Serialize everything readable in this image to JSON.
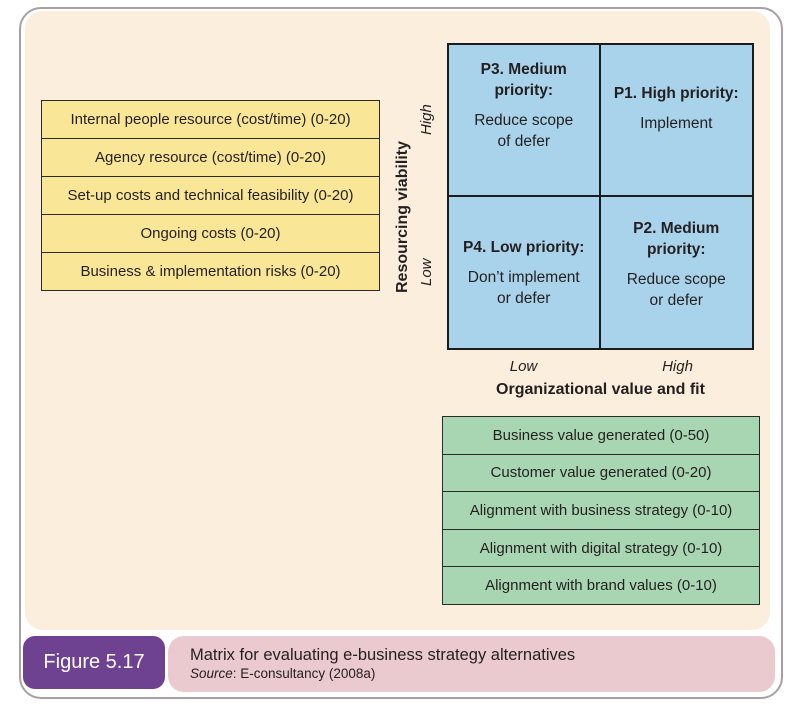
{
  "figure": {
    "label": "Figure 5.17",
    "title": "Matrix for evaluating e-business strategy alternatives",
    "source_prefix": "Source",
    "source_rest": ": E-consultancy (2008a)"
  },
  "resourcing_criteria": {
    "rows": [
      "Internal people resource (cost/time) (0-20)",
      "Agency resource (cost/time) (0-20)",
      "Set-up costs and technical feasibility (0-20)",
      "Ongoing costs (0-20)",
      "Business & implementation risks (0-20)"
    ]
  },
  "value_criteria": {
    "rows": [
      "Business value generated (0-50)",
      "Customer value generated (0-20)",
      "Alignment with business strategy (0-10)",
      "Alignment with digital strategy (0-10)",
      "Alignment with brand values (0-10)"
    ]
  },
  "matrix": {
    "y_axis": {
      "label": "Resourcing viability",
      "high": "High",
      "low": "Low"
    },
    "x_axis": {
      "label": "Organizational value and fit",
      "low": "Low",
      "high": "High"
    },
    "quadrants": [
      {
        "id": "P3",
        "heading": "P3. Medium\npriority:",
        "body": "Reduce scope\nof defer"
      },
      {
        "id": "P1",
        "heading": "P1. High priority:",
        "body": "Implement"
      },
      {
        "id": "P4",
        "heading": "P4. Low priority:",
        "body": "Don’t implement\nor defer"
      },
      {
        "id": "P2",
        "heading": "P2. Medium\npriority:",
        "body": "Reduce scope\nor defer"
      }
    ]
  },
  "colors": {
    "canvas_background": "#fbeedc",
    "resourcing_table_fill": "#f9e797",
    "matrix_fill": "#a9d3ea",
    "value_table_fill": "#a9d6b2",
    "caption_bar_fill": "#eac9cf",
    "figure_badge_fill": "#6e4191",
    "text": "#231f20",
    "frame_border": "#a8a0a3"
  }
}
